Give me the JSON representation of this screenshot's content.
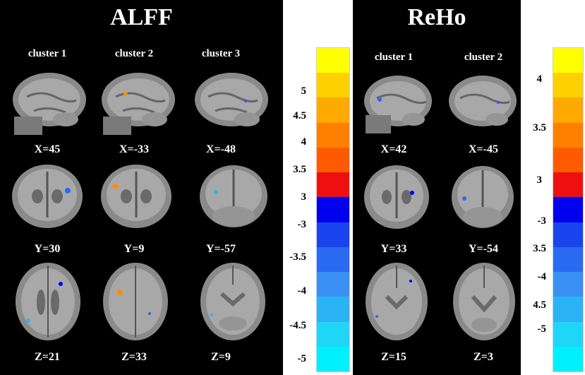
{
  "alff": {
    "title": "ALFF",
    "clusters": [
      "cluster 1",
      "cluster 2",
      "cluster 3"
    ],
    "sagittal_coords": [
      "X=45",
      "X=-33",
      "X=-48"
    ],
    "coronal_coords": [
      "Y=30",
      "Y=9",
      "Y=-57"
    ],
    "axial_coords": [
      "Z=21",
      "Z=33",
      "Z=9"
    ],
    "colorbar_ticks": [
      "5",
      "4.5",
      "4",
      "3.5",
      "3",
      "-3",
      "-3.5",
      "-4",
      "-4.5",
      "-5"
    ],
    "colorbar_colors": [
      "#ffff00",
      "#ffd000",
      "#ffaa00",
      "#ff8000",
      "#ff5a00",
      "#ee1010",
      "#0000ee",
      "#1a44ee",
      "#2a6af0",
      "#3a90f2",
      "#2ab4f5",
      "#20d6f8",
      "#00f0ff"
    ]
  },
  "reho": {
    "title": "ReHo",
    "clusters": [
      "cluster 1",
      "cluster 2"
    ],
    "sagittal_coords": [
      "X=42",
      "X=-45"
    ],
    "coronal_coords": [
      "Y=33",
      "Y=-54"
    ],
    "axial_coords": [
      "Z=15",
      "Z=3"
    ],
    "colorbar_ticks": [
      "4",
      "3.5",
      "3",
      "-3",
      "3.5",
      "-4",
      "4.5",
      "-5"
    ],
    "colorbar_colors": [
      "#ffff00",
      "#ffd000",
      "#ffaa00",
      "#ff8000",
      "#ff5a00",
      "#ee1010",
      "#0000ee",
      "#1a44ee",
      "#2a6af0",
      "#3a90f2",
      "#2ab4f5",
      "#20d6f8",
      "#00f0ff"
    ]
  }
}
